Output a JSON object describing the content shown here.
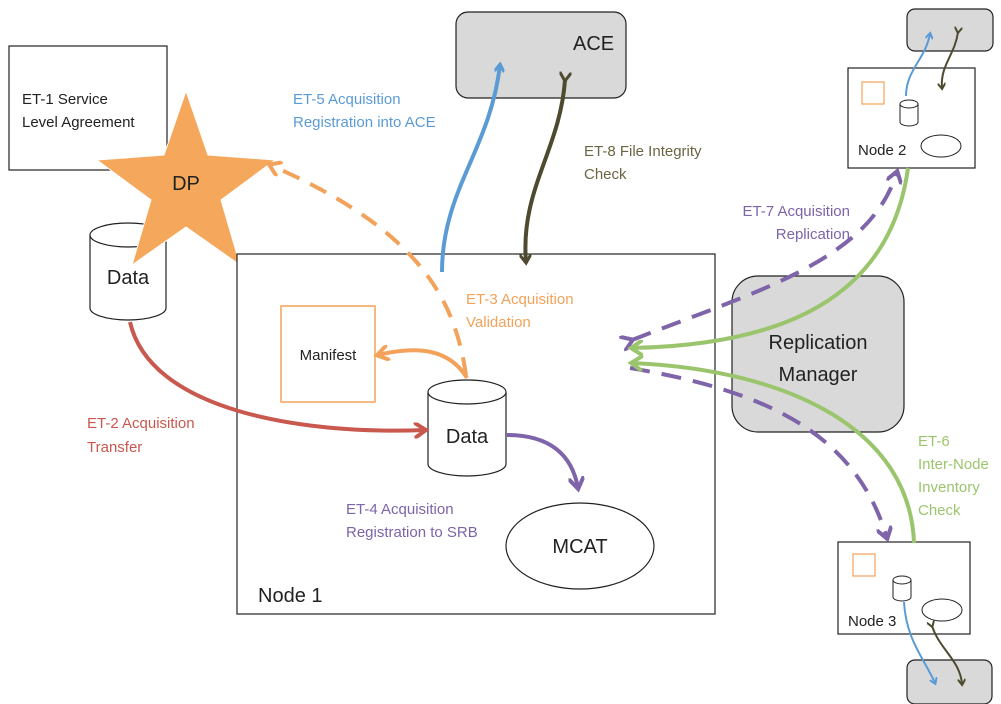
{
  "colors": {
    "blue": "#5b9bd5",
    "orange": "#f2a25a",
    "red": "#c9584f",
    "purple": "#7e64a8",
    "olive": "#4e4a2f",
    "green": "#9bc56d",
    "olive_text": "#6b6543",
    "gray_fill": "#d9d9d9",
    "star": "#f5a85b"
  },
  "boxes": {
    "sla_line1": "ET-1 Service",
    "sla_line2": "Level Agreement",
    "dp": "DP",
    "data_left": "Data",
    "ace": "ACE",
    "manifest": "Manifest",
    "data_center": "Data",
    "mcat": "MCAT",
    "node1": "Node 1",
    "node2": "Node 2",
    "node3": "Node 3",
    "rm_line1": "Replication",
    "rm_line2": "Manager"
  },
  "labels": {
    "et5_line1": "ET-5 Acquisition",
    "et5_line2": "Registration into ACE",
    "et8_line1": "ET-8 File Integrity",
    "et8_line2": "Check",
    "et3_line1": "ET-3 Acquisition",
    "et3_line2": "Validation",
    "et7_line1": "ET-7 Acquisition",
    "et7_line2": "Replication",
    "et2_line1": "ET-2 Acquisition",
    "et2_line2": "Transfer",
    "et4_line1": "ET-4 Acquisition",
    "et4_line2": "Registration to SRB",
    "et6_line1": "ET-6",
    "et6_line2": "Inter-Node",
    "et6_line3": "Inventory",
    "et6_line4": "Check"
  }
}
